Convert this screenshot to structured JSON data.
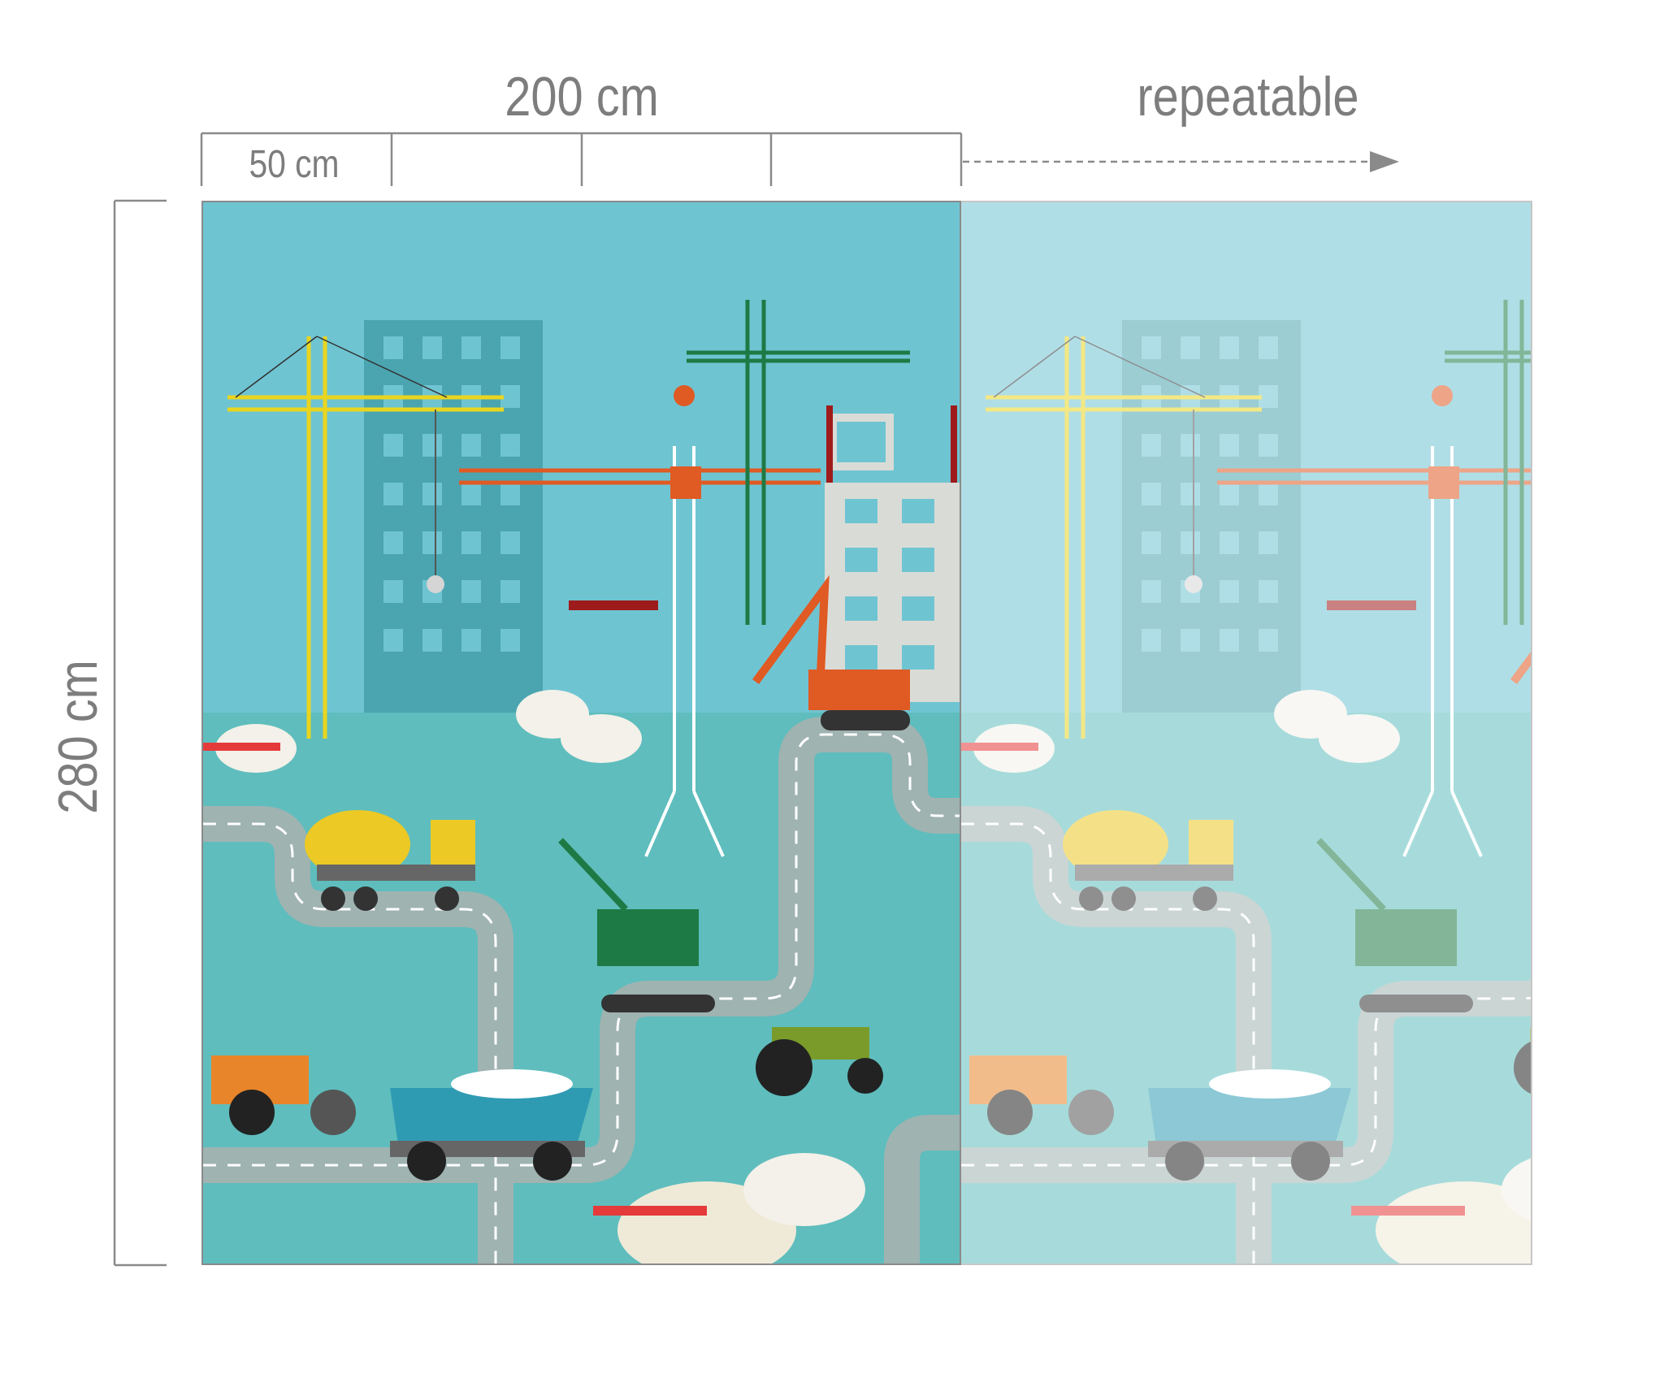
{
  "dimensions": {
    "width_label": "200 cm",
    "segment_label": "50 cm",
    "height_label": "280 cm",
    "repeat_label": "repeatable",
    "segments": 4
  },
  "colors": {
    "sky": "#6fc4d2",
    "ground": "#5fbdbd",
    "road": "#9fb3b1",
    "ruler": "#8a8a8a"
  }
}
